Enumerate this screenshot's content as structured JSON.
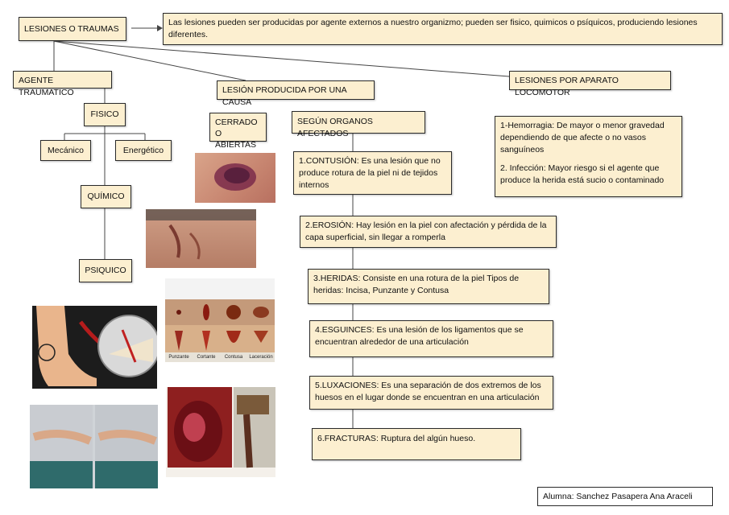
{
  "root": {
    "label": "LESIONES O TRAUMAS"
  },
  "definition": {
    "text": "Las lesiones pueden ser producidas por agente externos a nuestro organizmo; pueden ser fisico, quimicos o psíquicos, produciendo lesiones diferentes."
  },
  "branches": {
    "agente": "AGENTE TRAUMATICO",
    "causa": "LESIÓN PRODUCIDA POR UNA CAUSA",
    "locomotor": "LESIONES POR APARATO LOCOMOTOR"
  },
  "agente_types": {
    "fisico": "FISICO",
    "mecanico": "Mecánico",
    "energetico": "Energético",
    "quimico": "QUÍMICO",
    "psiquico": "PSIQUICO"
  },
  "cerrado": {
    "line1": "CERRADO",
    "line2": "O ABIERTAS"
  },
  "organos": {
    "label": "SEGÚN ORGANOS AFECTADOS"
  },
  "lesions": [
    {
      "num": "1.",
      "name": "CONTUSIÓN",
      "desc": ": Es una lesión que no produce rotura de la piel ni de tejidos internos"
    },
    {
      "num": "2.",
      "name": "EROSIÓN",
      "desc": ": Hay lesión en la piel con afectación y pérdida de la capa superficial, sin llegar a romperla"
    },
    {
      "num": "3.",
      "name": "HERIDAS",
      "desc": ": Consiste en una rotura de la piel Tipos de heridas: Incisa, Punzante y Contusa"
    },
    {
      "num": "4.",
      "name": "ESGUINCES",
      "desc": ": Es una lesión de los ligamentos que se encuentran alrededor de una articulación"
    },
    {
      "num": "5.",
      "name": "LUXACIONES",
      "desc": ": Es una separación de dos extremos de los huesos en el lugar donde se encuentran en una articulación"
    },
    {
      "num": "6.",
      "name": "FRACTURAS",
      "desc": ": Ruptura del algún hueso."
    }
  ],
  "complications": {
    "item1": "1-Hemorragia: De mayor o menor gravedad dependiendo de que afecte o no vasos sanguíneos",
    "item2": "2. Infección: Mayor riesgo si el agente que produce la herida está sucio o contaminado"
  },
  "wound_types": [
    "Punzante",
    "Cortante",
    "Contusa",
    "Laceración"
  ],
  "author": {
    "text": "Alumna: Sanchez Pasapera Ana Araceli"
  },
  "colors": {
    "box_fill": "#fcefd0",
    "border": "#2a2a2a",
    "line": "#444444"
  }
}
